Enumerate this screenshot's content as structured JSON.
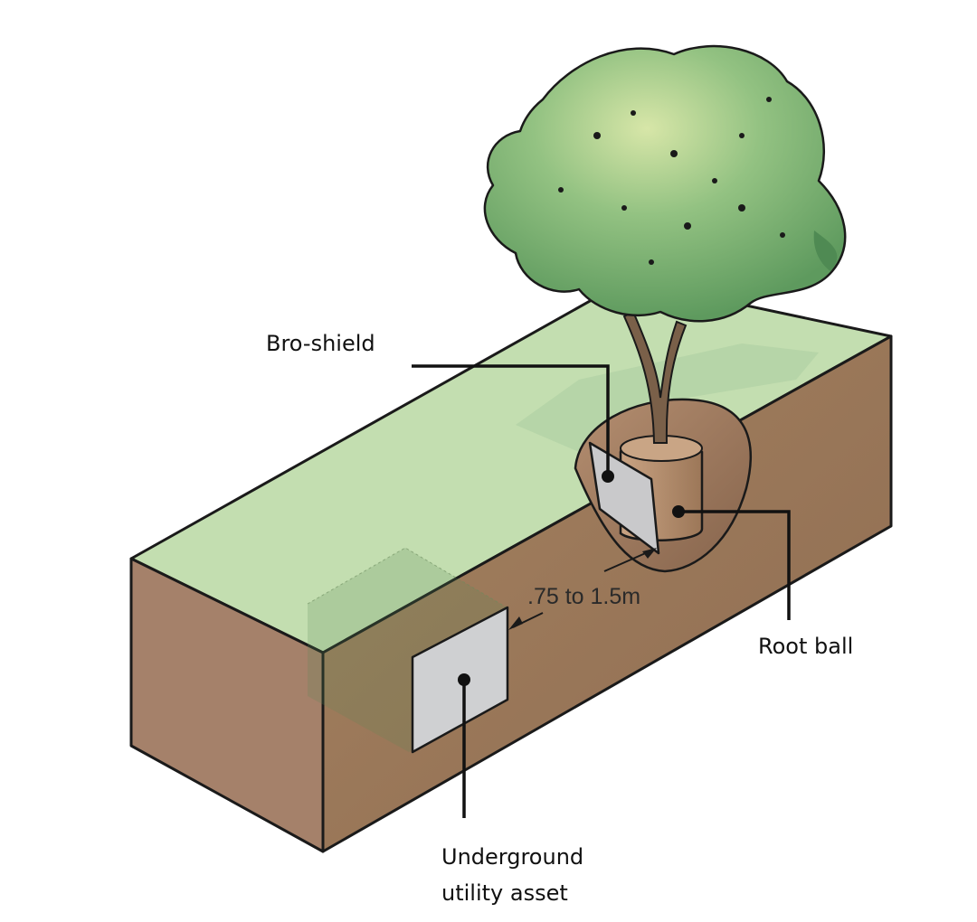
{
  "labels": {
    "bro_shield": "Bro-shield",
    "root_ball": "Root ball",
    "distance": ".75 to 1.5m",
    "underground_asset": "Underground\nutility asset"
  },
  "colors": {
    "grass": "#c3deb0",
    "soil_front": "#a88468",
    "soil_side": "#a07d62",
    "foliage": "#82b776",
    "trunk": "#7a6049",
    "shield": "#c9c9cb",
    "leader_line": "#111111"
  },
  "icons": {
    "tree": "tree-icon",
    "shield": "shield-panel",
    "utility": "utility-box"
  }
}
